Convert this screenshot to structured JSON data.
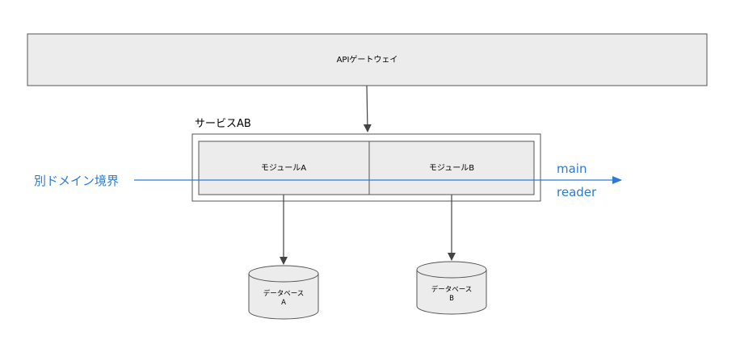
{
  "gateway": {
    "label": "APIゲートウェイ"
  },
  "service": {
    "title": "サービスAB",
    "modules": [
      {
        "label": "モジュールA"
      },
      {
        "label": "モジュールB"
      }
    ]
  },
  "databases": [
    {
      "line1": "データベース",
      "line2": "A"
    },
    {
      "line1": "データベース",
      "line2": "B"
    }
  ],
  "boundary": {
    "label": "別ドメイン境界",
    "right_labels": [
      "main",
      "reader"
    ],
    "color": "#2b7bd6"
  },
  "colors": {
    "box_fill": "#ececec",
    "stroke": "#555555",
    "line": "#444444"
  }
}
